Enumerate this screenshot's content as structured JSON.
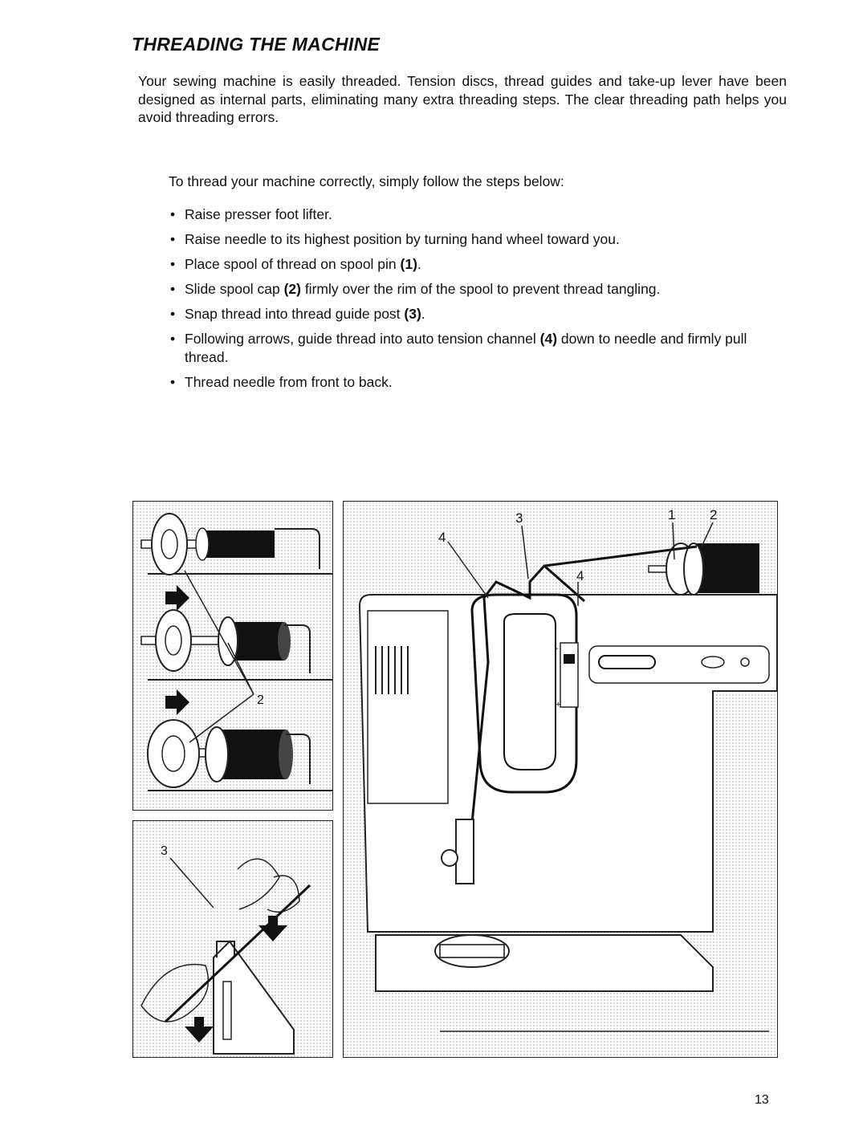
{
  "page": {
    "title": "THREADING THE MACHINE",
    "intro": "Your sewing machine is easily threaded. Tension discs, thread guides and take-up lever have been designed as internal parts, eliminating many extra threading steps. The clear threading path helps you avoid threading errors.",
    "lead": "To thread your machine correctly, simply follow the steps below:",
    "page_number": "13"
  },
  "steps": [
    {
      "text": "Raise presser foot lifter."
    },
    {
      "text": "Raise needle to its highest position by turning hand wheel toward you."
    },
    {
      "text_before": "Place spool of thread on spool pin ",
      "ref": "(1)",
      "text_after": "."
    },
    {
      "text_before": "Slide spool cap ",
      "ref": "(2)",
      "text_after": " firmly over the rim of the spool to prevent thread tangling."
    },
    {
      "text_before": "Snap thread into thread guide post ",
      "ref": "(3)",
      "text_after": "."
    },
    {
      "text_before": "Following arrows, guide thread into auto tension channel ",
      "ref": "(4)",
      "text_after": " down to needle and firmly pull thread."
    },
    {
      "text": "Thread needle from front to back."
    }
  ],
  "figures": {
    "spool_sequence": {
      "callout": "2"
    },
    "guide_post": {
      "callout": "3"
    },
    "machine": {
      "callouts": [
        "3",
        "1",
        "2",
        "4",
        "4"
      ],
      "scale_plus": "+",
      "scale_minus": "-"
    }
  }
}
